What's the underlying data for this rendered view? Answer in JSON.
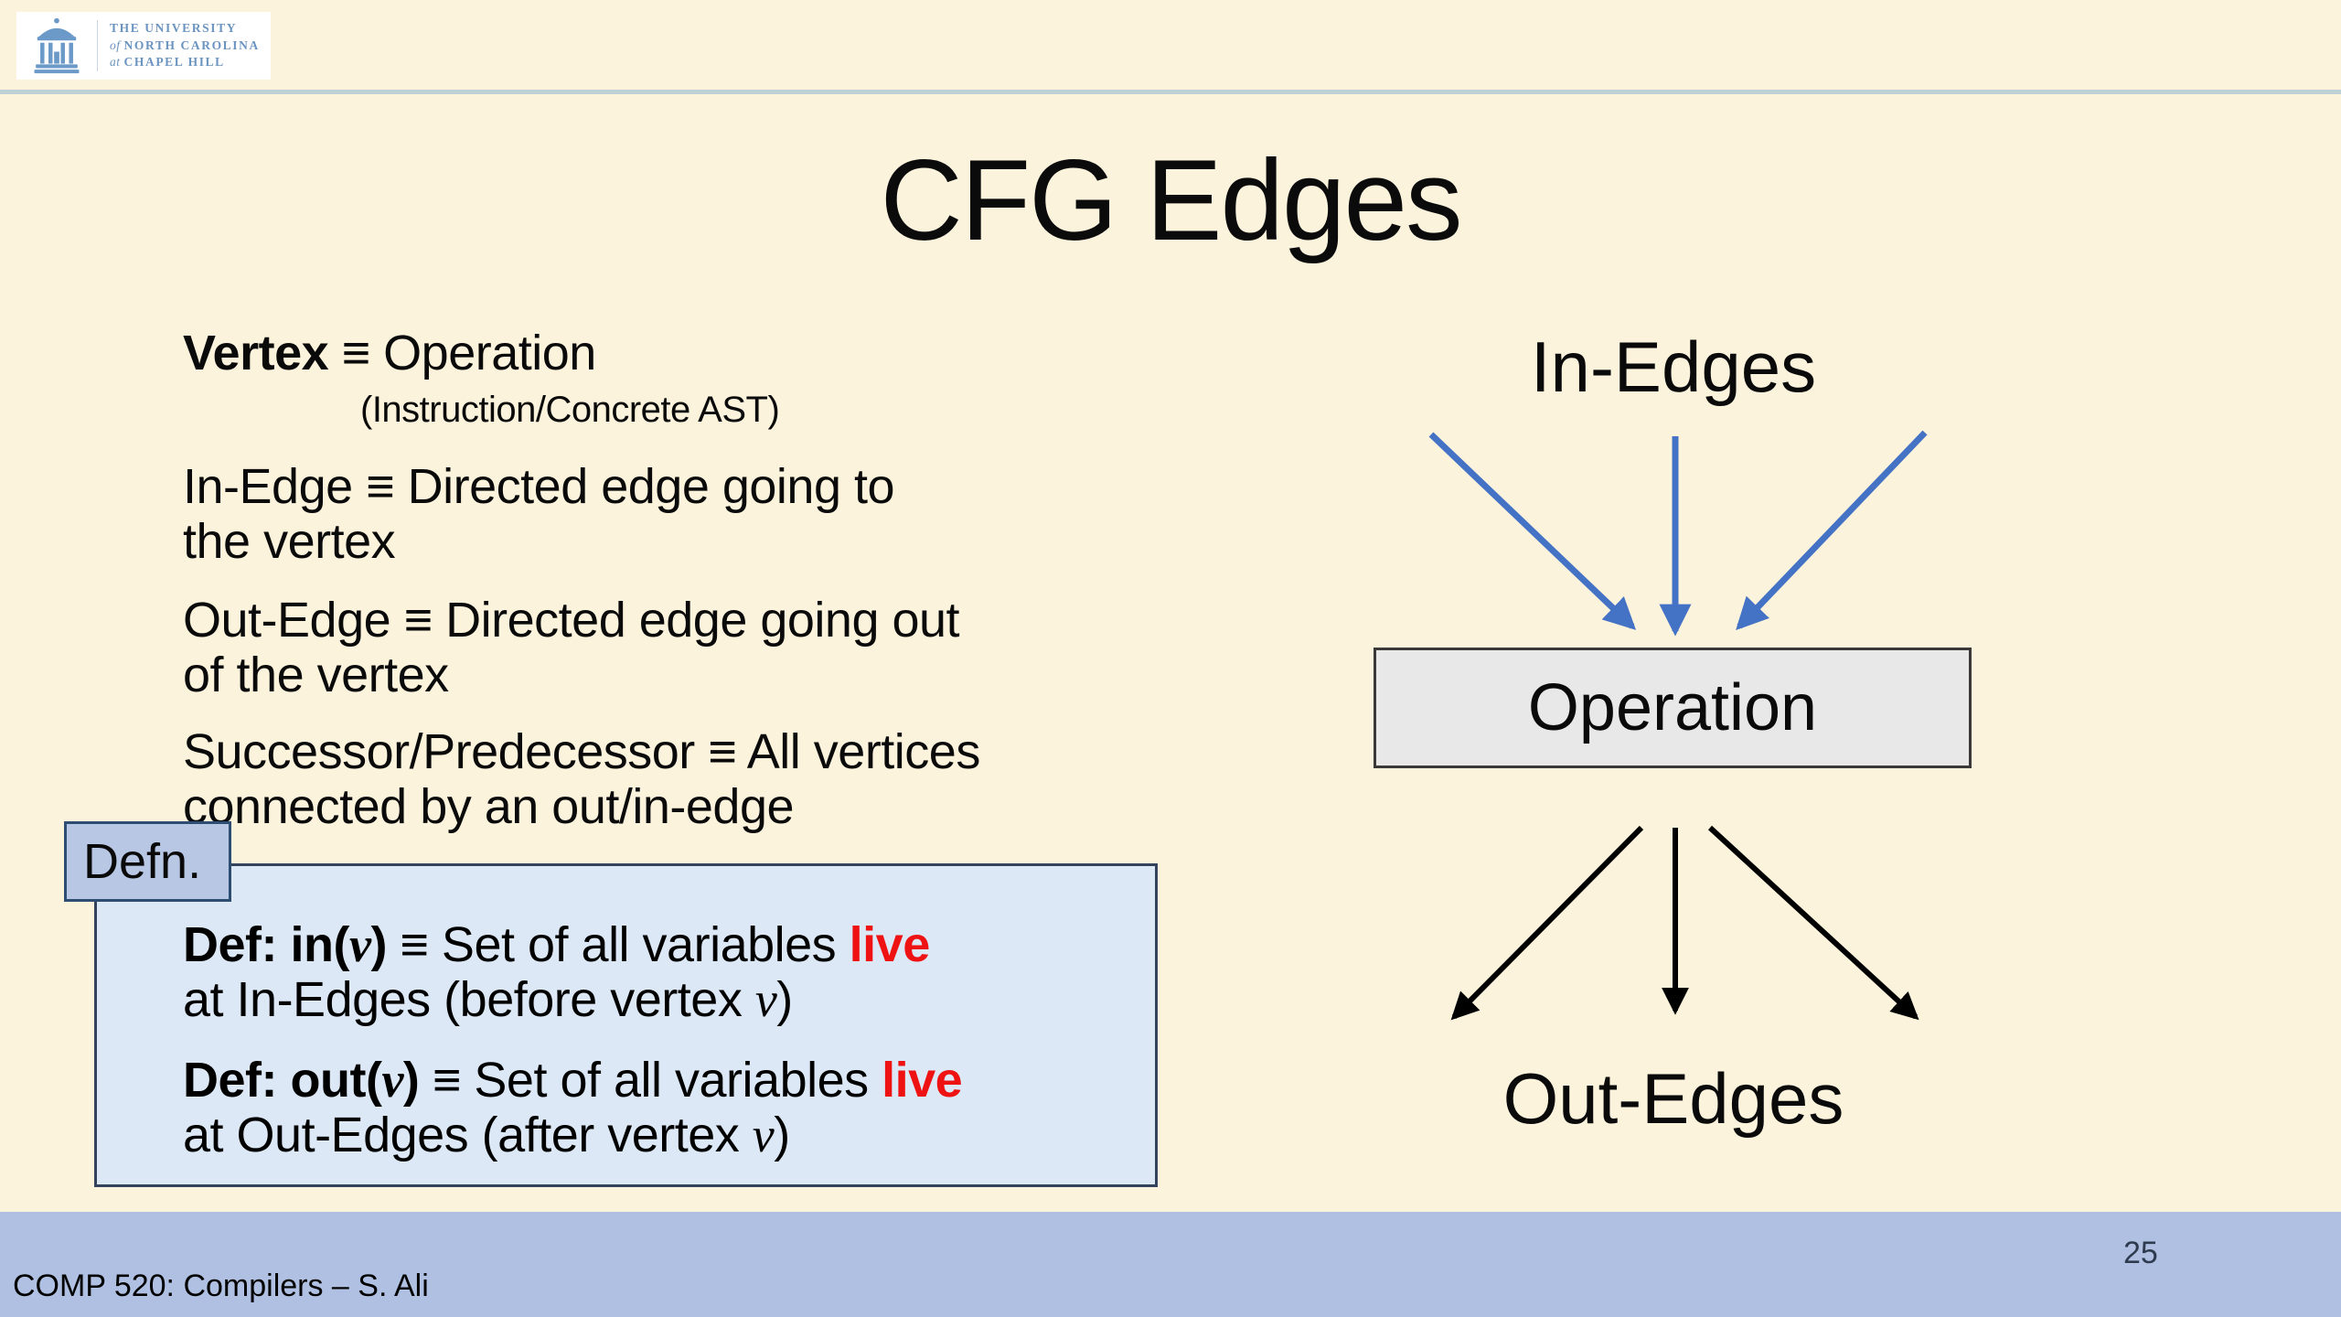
{
  "logo": {
    "line1": "THE UNIVERSITY",
    "line2_prefix": "of",
    "line2_text": "NORTH CAROLINA",
    "line3_prefix": "at",
    "line3_text": "CHAPEL HILL"
  },
  "title": "CFG Edges",
  "bullets": {
    "vertex_bold": "Vertex",
    "vertex_rest": " ≡ Operation",
    "vertex_note": "(Instruction/Concrete AST)",
    "in_edge_line1": "In-Edge ≡ Directed edge going to",
    "in_edge_line2": "the vertex",
    "out_edge_line1": "Out-Edge ≡ Directed edge going out",
    "out_edge_line2": "of the vertex",
    "succ_line1": "Successor/Predecessor ≡ All vertices",
    "succ_line2": "connected by an out/in-edge"
  },
  "defn_label": "Defn.",
  "def_box": {
    "in": {
      "head": "Def: in(",
      "var": "v",
      "head_close": ")",
      "eq": " ≡ Set of all variables ",
      "live": "live",
      "line2a": "at In-Edges (before vertex ",
      "var2": "v",
      "line2b": ")"
    },
    "out": {
      "head": "Def: out(",
      "var": "v",
      "head_close": ")",
      "eq": " ≡ Set of all variables ",
      "live": "live",
      "line2a": "at Out-Edges (after vertex ",
      "var2": "v",
      "line2b": ")"
    }
  },
  "diagram": {
    "in_label": "In-Edges",
    "box_label": "Operation",
    "out_label": "Out-Edges"
  },
  "footer": {
    "course": "COMP 520: Compilers – S. Ali",
    "page": "25"
  },
  "colors": {
    "background": "#FCF3DD",
    "top_divider": "#BDD0D6",
    "footer_band": "#AFC0E2",
    "def_box_fill": "#DCE8F6",
    "def_box_border": "#33435E",
    "defn_label_fill": "#B7C7E4",
    "defn_label_border": "#2E4D73",
    "operation_fill": "#E9E8E8",
    "operation_border": "#3B3838",
    "in_arrow_blue": "#4472C4",
    "out_arrow_black": "#000000",
    "live_red": "#EE1212",
    "logo_blue": "#6B94C0"
  }
}
